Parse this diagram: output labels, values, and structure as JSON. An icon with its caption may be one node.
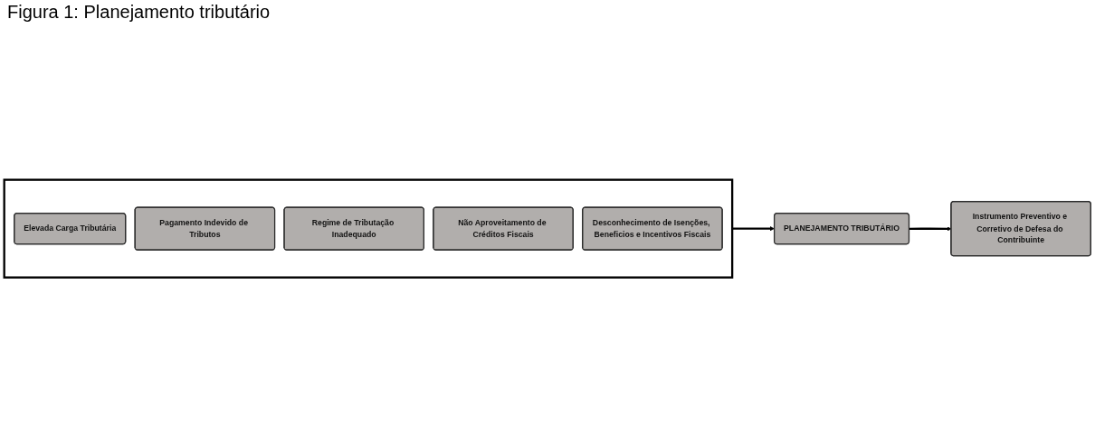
{
  "diagram": {
    "title": "Figura 1: Planejamento tributário",
    "nodes": [
      {
        "text": [],
        "shape": "box"
      },
      {
        "text": [
          "Elevada Carga Tributária"
        ],
        "in": 0
      },
      {
        "text": [
          "Pagamento Indevido de Tributos"
        ],
        "in": 0
      },
      {
        "text": [
          "Regime de Tributação Inadequado"
        ],
        "in": 0
      },
      {
        "text": [
          "Não Aproveitamento de Créditos Fiscais"
        ],
        "in": 0
      },
      {
        "text": [
          "Desconhecimento de Isenções, Beneficios e Incentivos Fiscais"
        ],
        "in": 0
      },
      {
        "text": [
          "PLANEJAMENTO TRIBUTÁRIO"
        ]
      },
      {
        "text": [
          "Instrumento Preventivo e Corretivo de Defesa do Contribuinte"
        ]
      }
    ],
    "edges": [
      {
        "from": 0,
        "to": 6,
        "arrow": "to"
      },
      {
        "from": 6,
        "to": 7,
        "arrow": "to"
      }
    ]
  }
}
